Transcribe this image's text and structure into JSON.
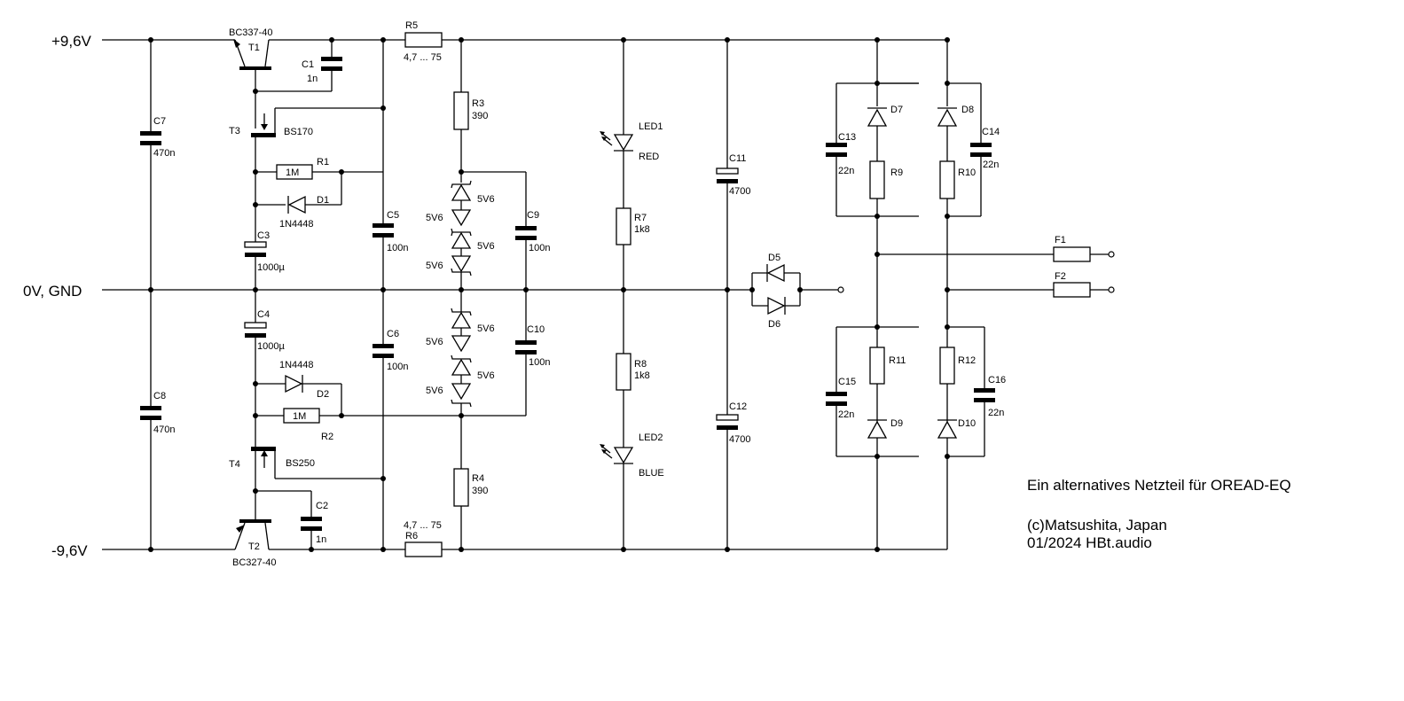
{
  "rails": {
    "pos": "+9,6V",
    "gnd": "0V, GND",
    "neg": "-9,6V"
  },
  "parts": {
    "t1_name": "T1",
    "t1_type": "BC337-40",
    "t2_name": "T2",
    "t2_type": "BC327-40",
    "t3_name": "T3",
    "t3_type": "BS170",
    "t4_name": "T4",
    "t4_type": "BS250",
    "c1_name": "C1",
    "c1_val": "1n",
    "c2_name": "C2",
    "c2_val": "1n",
    "c3_name": "C3",
    "c3_val": "1000µ",
    "c4_name": "C4",
    "c4_val": "1000µ",
    "c5_name": "C5",
    "c5_val": "100n",
    "c6_name": "C6",
    "c6_val": "100n",
    "c7_name": "C7",
    "c7_val": "470n",
    "c8_name": "C8",
    "c8_val": "470n",
    "c9_name": "C9",
    "c9_val": "100n",
    "c10_name": "C10",
    "c10_val": "100n",
    "c11_name": "C11",
    "c11_val": "4700",
    "c12_name": "C12",
    "c12_val": "4700",
    "c13_name": "C13",
    "c13_val": "22n",
    "c14_name": "C14",
    "c14_val": "22n",
    "c15_name": "C15",
    "c15_val": "22n",
    "c16_name": "C16",
    "c16_val": "22n",
    "r1_name": "R1",
    "r1_val": "1M",
    "r2_name": "R2",
    "r2_val": "1M",
    "r3_name": "R3",
    "r3_val": "390",
    "r4_name": "R4",
    "r4_val": "390",
    "r5_name": "R5",
    "r5_val": "4,7 ... 75",
    "r6_name": "R6",
    "r6_val": "4,7 ... 75",
    "r7_name": "R7",
    "r7_val": "1k8",
    "r8_name": "R8",
    "r8_val": "1k8",
    "r9_name": "R9",
    "r10_name": "R10",
    "r11_name": "R11",
    "r12_name": "R12",
    "d1_name": "D1",
    "d1_type": "1N4448",
    "d2_name": "D2",
    "d2_type": "1N4448",
    "d5_name": "D5",
    "d6_name": "D6",
    "d7_name": "D7",
    "d8_name": "D8",
    "d9_name": "D9",
    "d10_name": "D10",
    "z_val": "5V6",
    "led1_name": "LED1",
    "led1_color": "RED",
    "led2_name": "LED2",
    "led2_color": "BLUE",
    "f1_name": "F1",
    "f2_name": "F2"
  },
  "notes": {
    "line1": "Ein alternatives Netzteil für OREAD-EQ",
    "line2": "(c)Matsushita, Japan",
    "line3": "01/2024 HBt.audio"
  }
}
